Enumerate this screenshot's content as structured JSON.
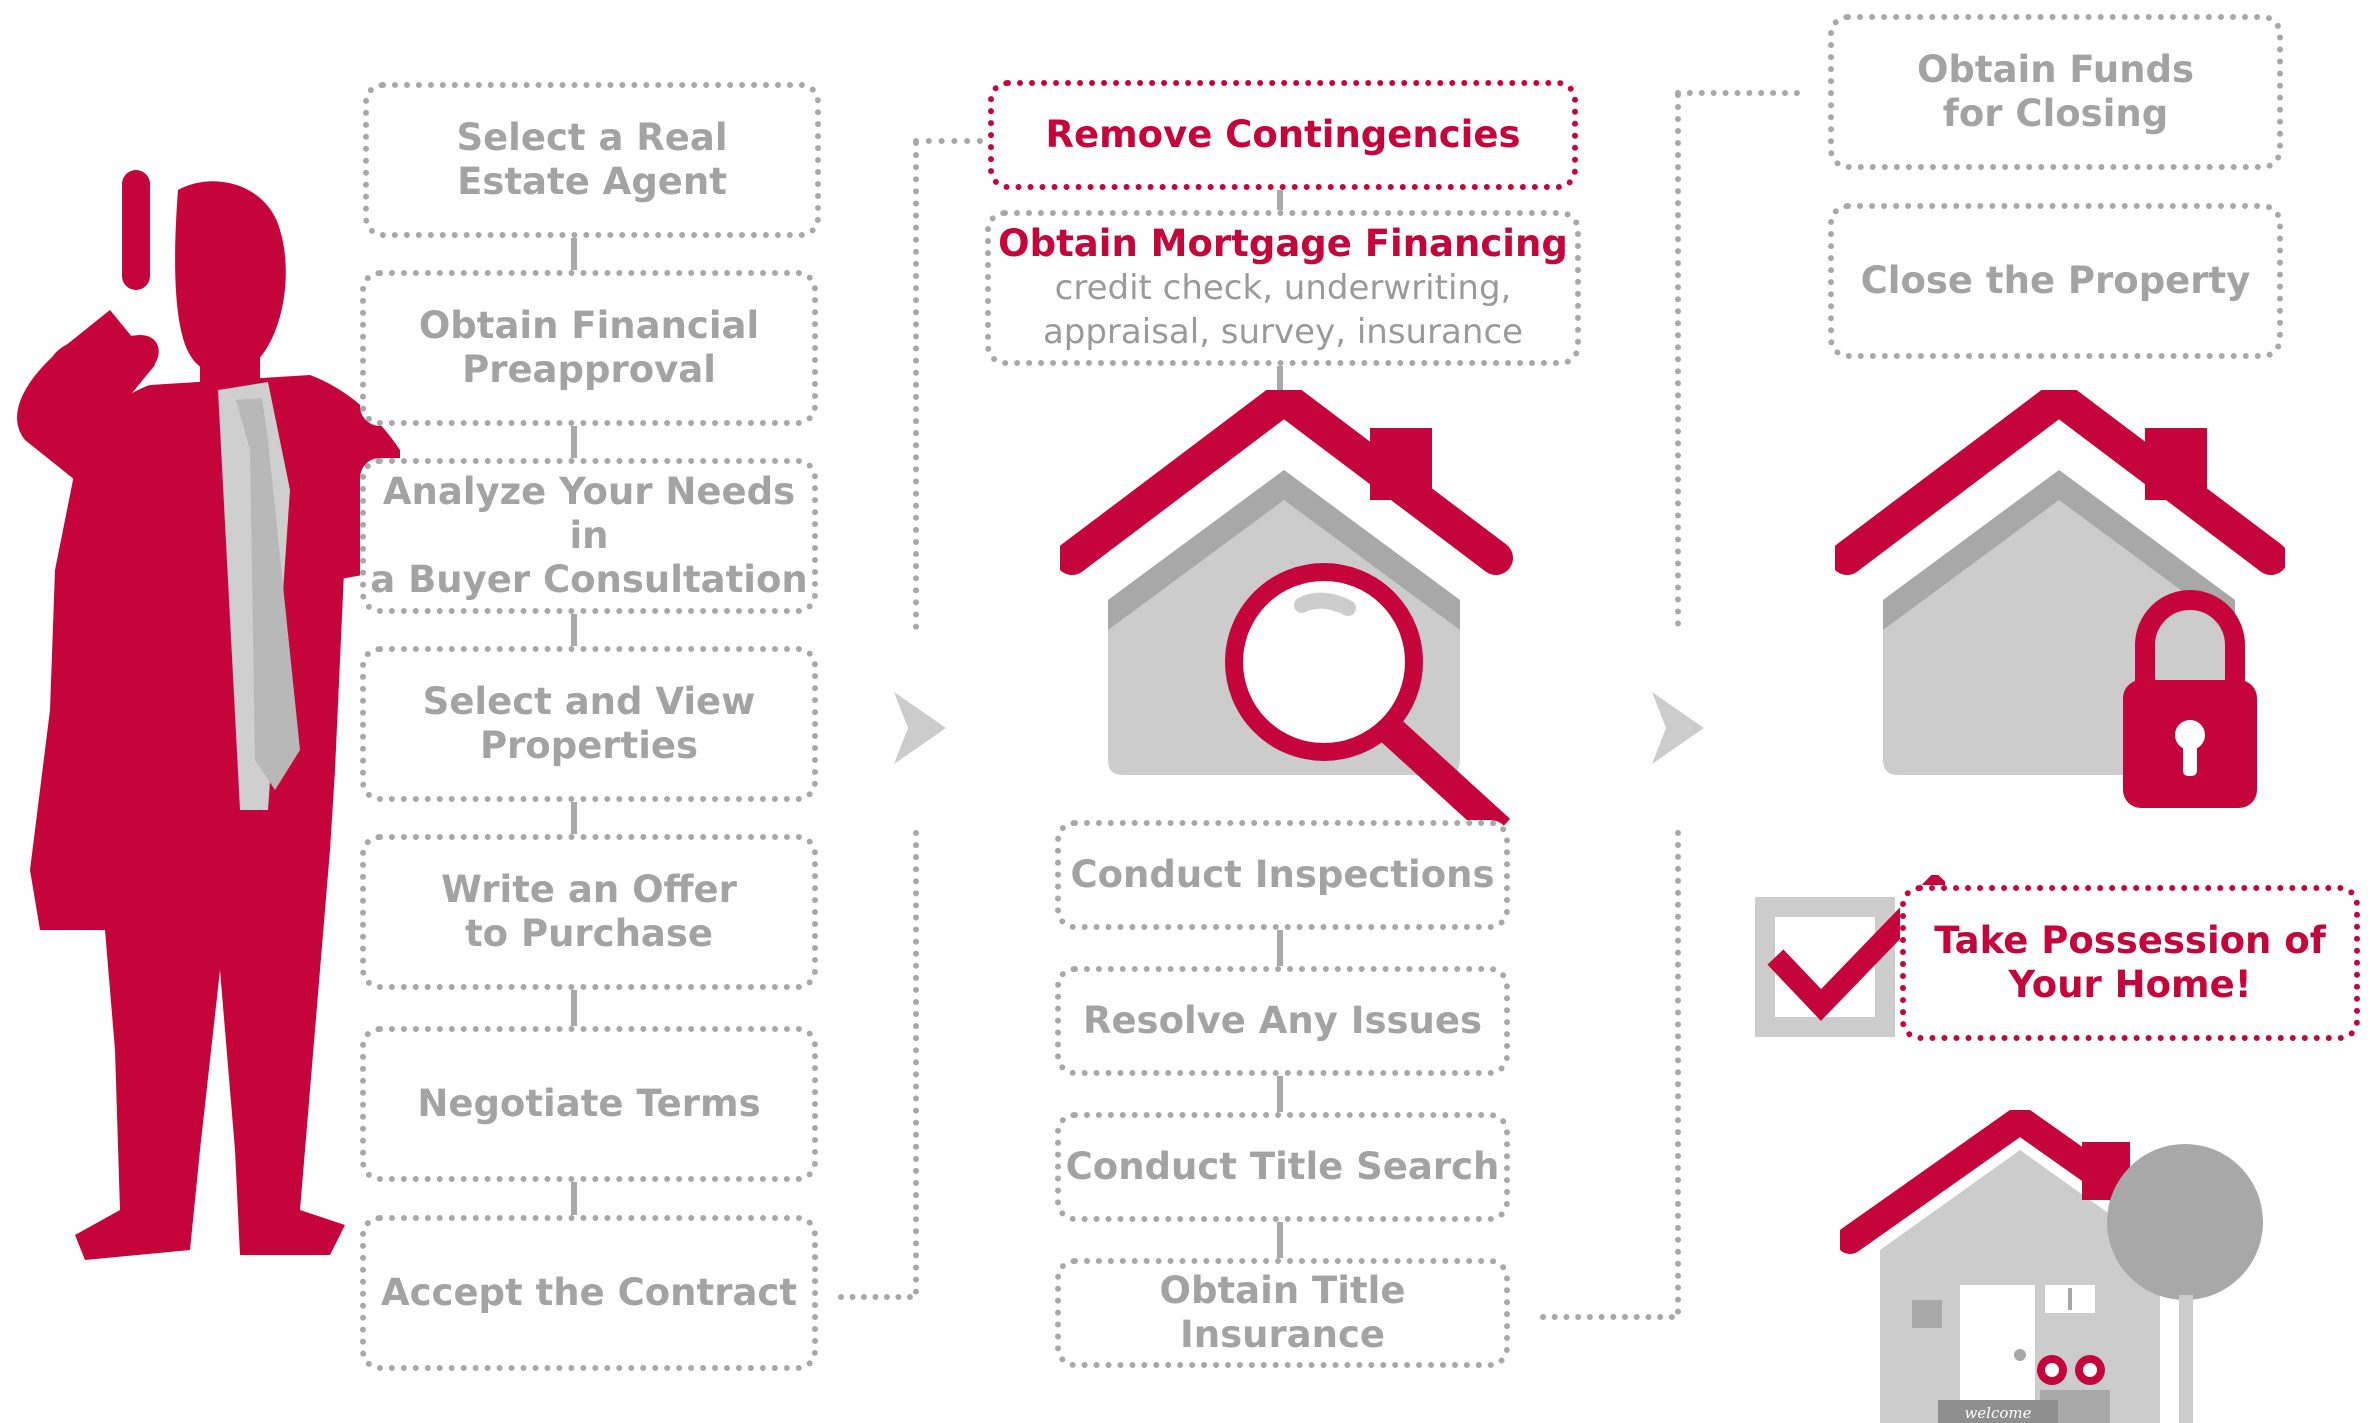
{
  "column1": {
    "steps": [
      "Select a Real\nEstate Agent",
      "Obtain Financial\nPreapproval",
      "Analyze Your Needs in\na Buyer Consultation",
      "Select and View\nProperties",
      "Write an Offer\nto Purchase",
      "Negotiate Terms",
      "Accept the Contract"
    ]
  },
  "column2": {
    "remove_contingencies": "Remove Contingencies",
    "mortgage_title": "Obtain Mortgage Financing",
    "mortgage_details": "credit check, underwriting,\nappraisal, survey, insurance",
    "steps": [
      "Conduct Inspections",
      "Resolve Any Issues",
      "Conduct Title Search",
      "Obtain Title Insurance"
    ]
  },
  "column3": {
    "obtain_funds": "Obtain Funds\nfor Closing",
    "close_property": "Close the Property",
    "take_possession": "Take Possession of\nYour Home!",
    "doormat_text": "welcome"
  },
  "colors": {
    "brand_red": "#c4043a",
    "gray": "#a8a8a8",
    "light_gray": "#cccccc"
  }
}
